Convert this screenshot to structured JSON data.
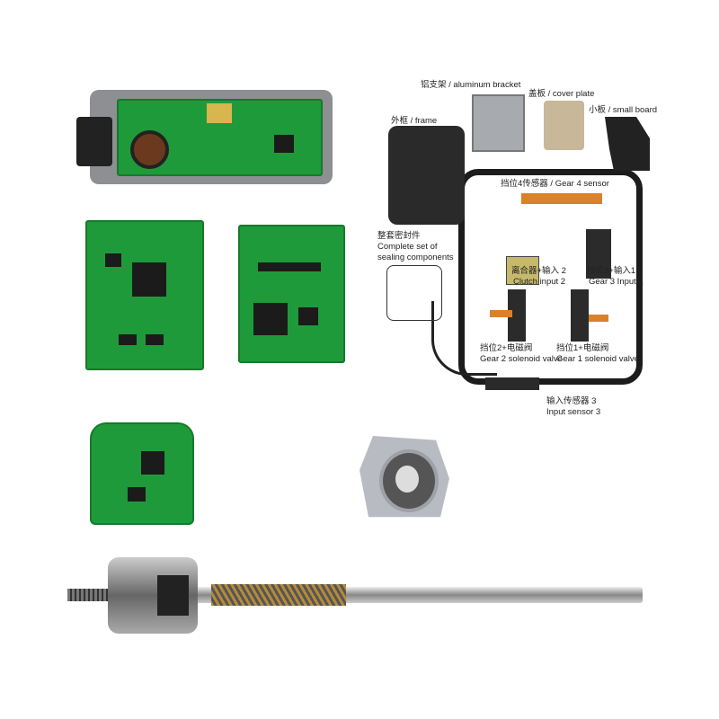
{
  "labels": {
    "aluminum_bracket": "铝支架 / aluminum bracket",
    "cover_plate": "盖板 / cover plate",
    "small_board": "小板 / small board",
    "frame": "外框 / frame",
    "gear4_sensor": "挡位4传感器 / Gear 4 sensor",
    "sealing_cn": "整套密封件",
    "sealing_en1": "Complete set of",
    "sealing_en2": "sealing components",
    "clutch_cn": "离合器+输入 2",
    "clutch_en": "Clutch input 2",
    "gear3_cn": "挡位3+输入1",
    "gear3_en": "Gear 3 Input 1",
    "gear2_cn": "挡位2+电磁阀",
    "gear2_en": "Gear 2 solenoid valve",
    "gear1_cn": "挡位1+电磁阀",
    "gear1_en": "Gear 1 solenoid valve",
    "input3_cn": "输入传感器 3",
    "input3_en": "Input sensor 3"
  },
  "colors": {
    "pcb": "#1f9a3a",
    "frame": "#1c1c1c",
    "flex": "#d9822b"
  }
}
